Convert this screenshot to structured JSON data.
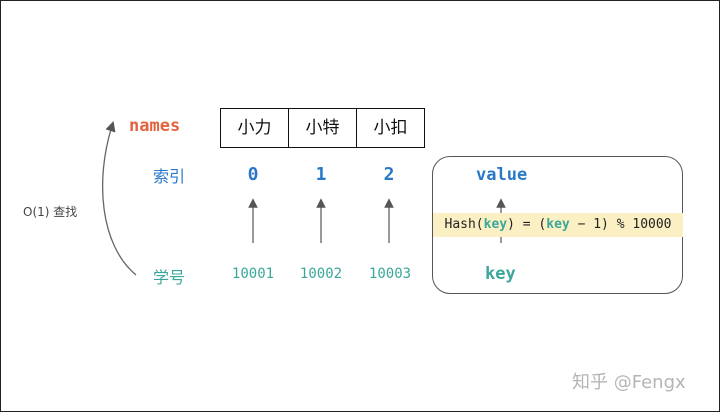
{
  "labels": {
    "names": "names",
    "index": "索引",
    "student_id": "学号",
    "lookup": "O(1) 查找"
  },
  "array": [
    "小力",
    "小特",
    "小扣"
  ],
  "indices": [
    "0",
    "1",
    "2"
  ],
  "student_ids": [
    "10001",
    "10002",
    "10003"
  ],
  "hash": {
    "value": "value",
    "key": "key",
    "formula": {
      "prefix": "Hash(",
      "key1": "key",
      "middle": ") = (",
      "key2": "key",
      "suffix": " − 1) % 10000"
    }
  },
  "watermark": "知乎 @Fengx",
  "colors": {
    "names": "#e2633f",
    "index": "#2a79c9",
    "key": "#3aa79a",
    "formula_bg": "#fbf0c4"
  }
}
